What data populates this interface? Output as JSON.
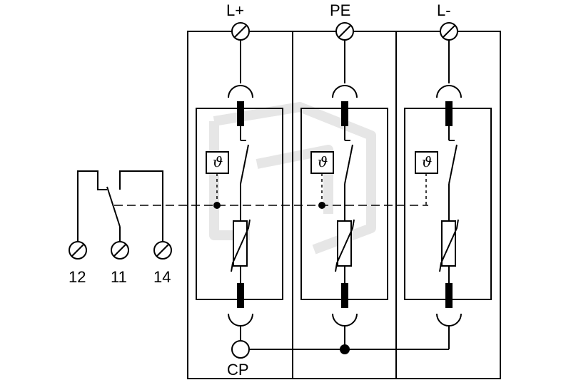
{
  "terminals": {
    "top": [
      "L+",
      "PE",
      "L-"
    ],
    "bottom": "CP",
    "aux": [
      "12",
      "11",
      "14"
    ]
  },
  "thermal_symbol": "ϑ"
}
